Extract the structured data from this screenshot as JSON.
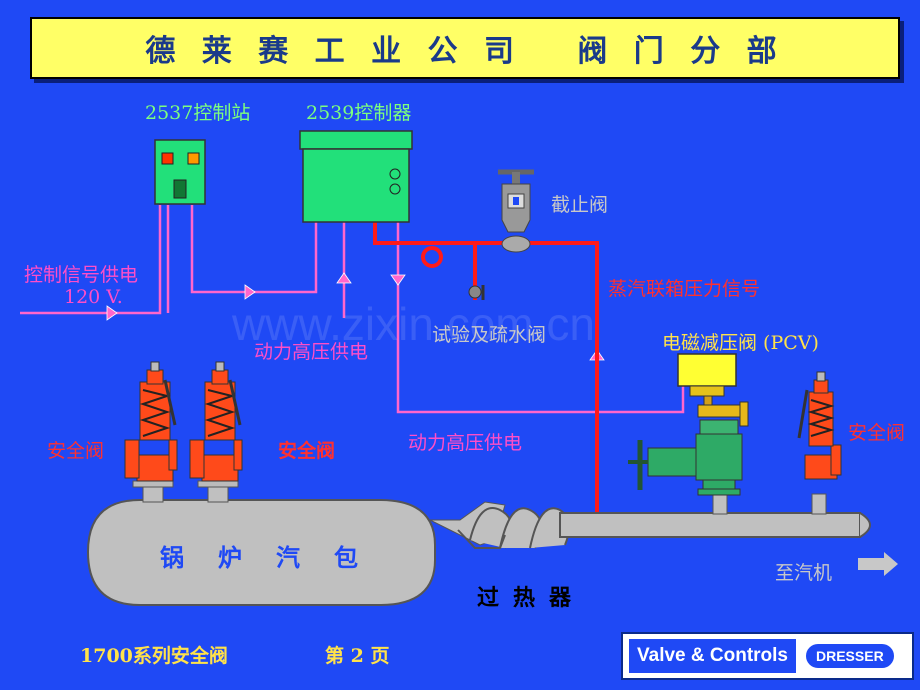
{
  "title": "德 莱 赛 工 业 公 司   阀 门 分 部",
  "labels": {
    "station": "2537控制站",
    "controller": "2539控制器",
    "stop_valve": "截止阀",
    "signal_power": "控制信号供电",
    "signal_voltage": "120 V.",
    "steam_signal": "蒸汽联箱压力信号",
    "test_drain": "试验及疏水阀",
    "hp_power_1": "动力高压供电",
    "pcv": "电磁减压阀 (PCV)",
    "safety_left1": "安全阀",
    "safety_left2": "安全阀",
    "safety_right": "安全阀",
    "hp_power_2": "动力高压供电",
    "drum": "锅炉汽包",
    "superheater": "过热器",
    "to_turbine": "至汽机",
    "footer_series": "1700系列安全阀",
    "footer_page": "第 2 页"
  },
  "logo": {
    "left": "Valve & Controls",
    "right": "DRESSER"
  },
  "watermark": "www.zixin.com.cn",
  "colors": {
    "background": "#1f49f5",
    "title_bar": "#ffff66",
    "steam_line": "#ff1a1a",
    "signal_line": "#ff66cc",
    "box_green": "#00e07a"
  }
}
